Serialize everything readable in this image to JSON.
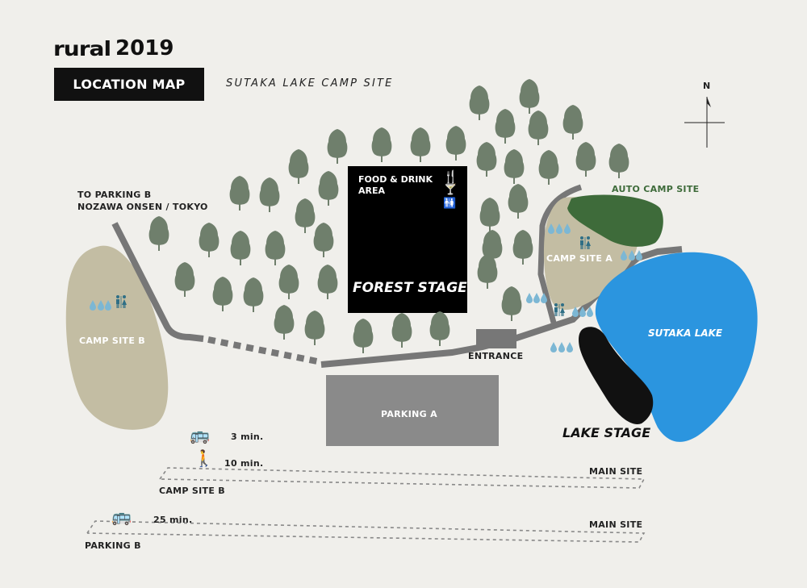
{
  "header": {
    "logo_text": "rural",
    "year": "2019",
    "title": "LOCATION MAP",
    "subtitle": "SUTAKA LAKE CAMP SITE"
  },
  "compass": {
    "north_label": "N"
  },
  "areas": {
    "food_drink": "FOOD & DRINK\nAREA",
    "food_drink_line1": "FOOD & DRINK",
    "food_drink_line2": "AREA",
    "forest_stage": "FOREST STAGE",
    "auto_camp": "AUTO CAMP SITE",
    "camp_a": "CAMP SITE A",
    "camp_b": "CAMP SITE B",
    "lake": "SUTAKA LAKE",
    "lake_stage": "LAKE STAGE",
    "entrance": "ENTRANCE",
    "parking_a": "PARKING A",
    "to_parking_b_line1": "TO PARKING B",
    "to_parking_b_line2": "NOZAWA ONSEN / TOKYO"
  },
  "routes": {
    "bus_time": "3 min.",
    "walk_time": "10 min.",
    "route1_start": "CAMP SITE B",
    "route1_end": "MAIN SITE",
    "bus2_time": "25 min.",
    "route2_start": "PARKING B",
    "route2_end": "MAIN SITE"
  },
  "colors": {
    "background": "#f0efeb",
    "tree": "#6f7f6c",
    "camp": "#c3bda3",
    "auto_camp": "#3e6b3a",
    "lake": "#2b95df",
    "road": "#777777",
    "parking": "#8a8a8a",
    "water_drop": "#7cb7d4",
    "toilet": "#2f6f86"
  },
  "icons": [
    "tree-icon",
    "water-drop-icon",
    "toilet-icon",
    "bus-icon",
    "walker-icon",
    "utensils-icon",
    "cocktail-icon",
    "compass-icon"
  ]
}
